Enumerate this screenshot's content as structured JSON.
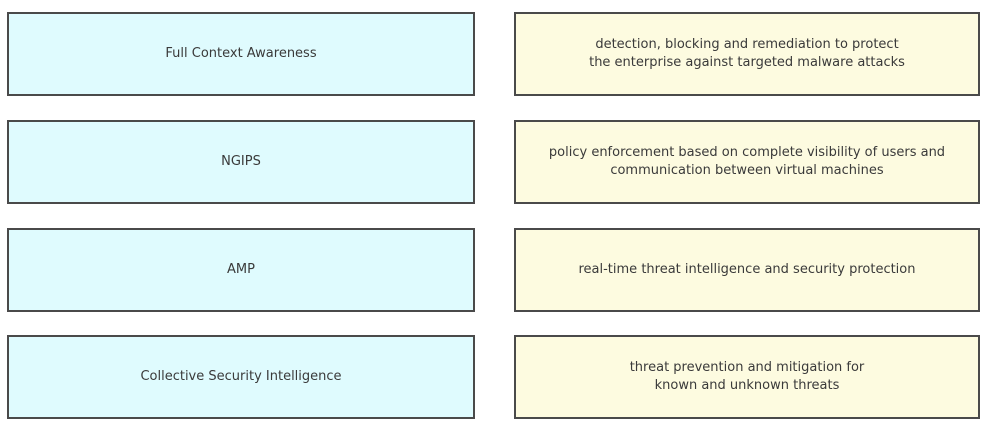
{
  "terms": [
    {
      "label": "Full Context Awareness"
    },
    {
      "label": "NGIPS"
    },
    {
      "label": "AMP"
    },
    {
      "label": "Collective Security Intelligence"
    }
  ],
  "descriptions": [
    {
      "label": "detection, blocking and remediation to protect\nthe enterprise against targeted malware attacks"
    },
    {
      "label": "policy enforcement based on complete visibility of users and\ncommunication between virtual machines"
    },
    {
      "label": "real-time threat intelligence and security protection"
    },
    {
      "label": "threat prevention and mitigation for\nknown and unknown threats"
    }
  ],
  "colors": {
    "term_bg": "#dffbfe",
    "desc_bg": "#fdfbe0",
    "border": "#4a4a4a"
  }
}
